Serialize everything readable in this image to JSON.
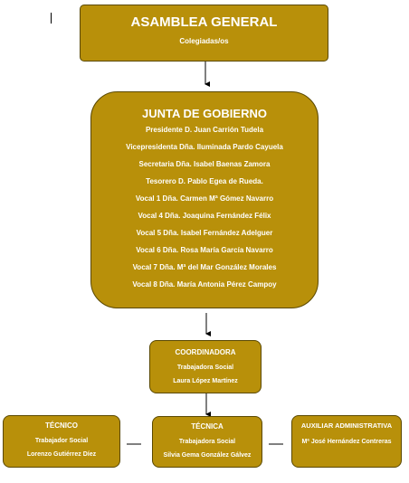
{
  "colors": {
    "box_fill": "#b8900a",
    "box_border": "#5a4800",
    "text": "#ffffff",
    "connector": "#000000"
  },
  "asamblea": {
    "title": "ASAMBLEA GENERAL",
    "subtitle": "Colegiadas/os"
  },
  "junta": {
    "title": "JUNTA DE GOBIERNO",
    "members": [
      "Presidente D. Juan Carrión Tudela",
      "Vicepresidenta Dña. Iluminada Pardo Cayuela",
      "Secretaria Dña. Isabel Baenas Zamora",
      "Tesorero D. Pablo Egea de Rueda.",
      "Vocal 1 Dña. Carmen Mª Gómez Navarro",
      "Vocal 4 Dña.  Joaquina Fernández Félix",
      "Vocal 5 Dña. Isabel Fernández Adelguer",
      "Vocal 6 Dña. Rosa María García Navarro",
      "Vocal 7 Dña. Mª del Mar González Morales",
      "Vocal 8 Dña. María Antonia Pérez Campoy"
    ]
  },
  "coordinadora": {
    "title": "COORDINADORA",
    "line1": "Trabajadora Social",
    "line2": "Laura López Martínez"
  },
  "tecnico": {
    "title": "TÉCNICO",
    "line1": "Trabajador Social",
    "line2": "Lorenzo Gutiérrez Díez"
  },
  "tecnica": {
    "title": "TÉCNICA",
    "line1": "Trabajadora Social",
    "line2": "Silvia Gema González Gálvez"
  },
  "auxiliar": {
    "title": "AUXILIAR ADMINISTRATIVA",
    "line1": "Mª José Hernández Contreras"
  }
}
